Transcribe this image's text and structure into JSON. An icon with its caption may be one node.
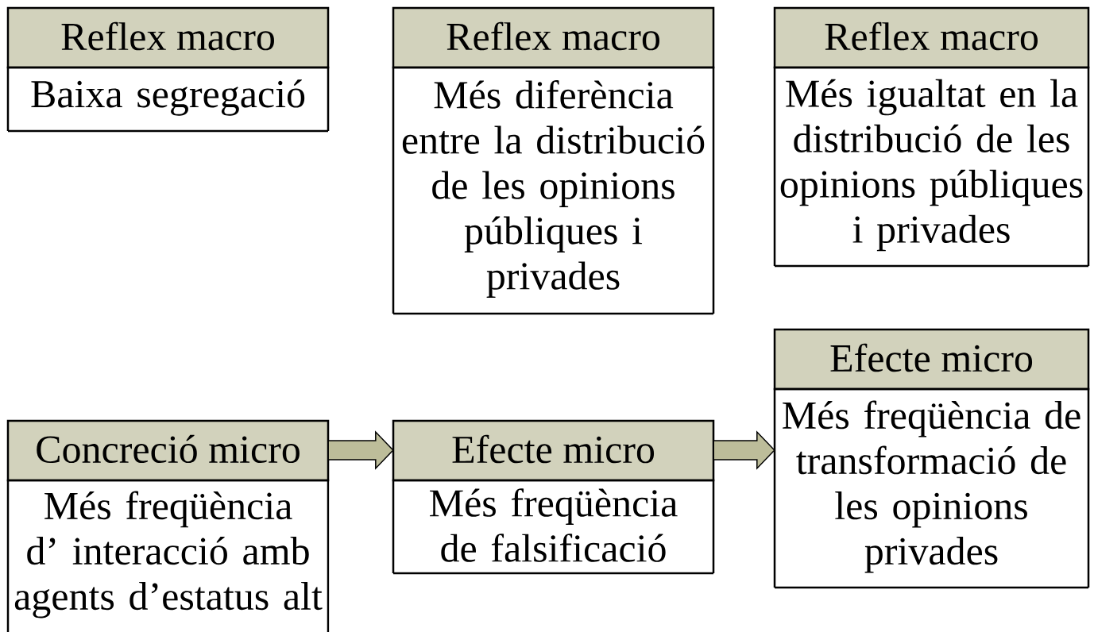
{
  "diagram": {
    "nodes": [
      {
        "text": [
          "Reflex macro",
          "Baixa segregació"
        ]
      },
      {
        "text": [
          "Reflex macro",
          "Més diferència entre la distribució de les  opinions públiques i privades"
        ]
      },
      {
        "text": [
          "Reflex macro",
          "Més igualtat en la distribució de les opinions públiques i privades"
        ]
      },
      {
        "text": [
          "Concreció micro",
          "Més freqüència d’ interacció amb agents d’estatus alt"
        ]
      },
      {
        "text": [
          "Efecte micro",
          "Més freqüència de falsificació"
        ]
      },
      {
        "text": [
          "Efecte micro",
          "Més freqüència de transformació de les opinions privades"
        ]
      }
    ],
    "edges": [
      {
        "from": 3,
        "to": 4,
        "arrow": "to"
      },
      {
        "from": 4,
        "to": 5,
        "arrow": "to"
      }
    ]
  }
}
